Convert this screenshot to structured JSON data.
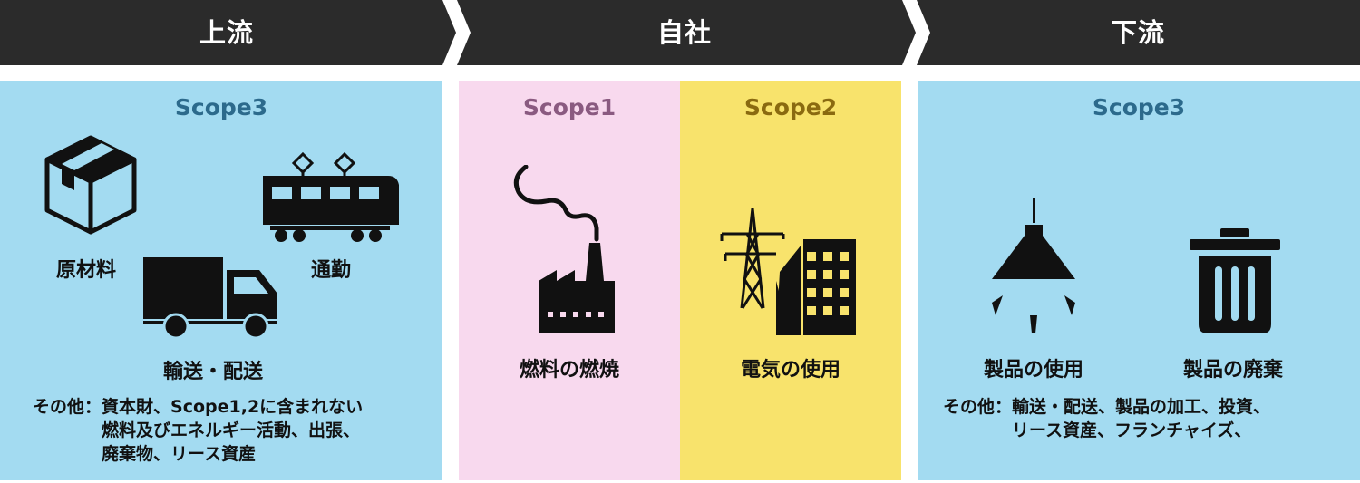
{
  "header": {
    "upstream": "上流",
    "company": "自社",
    "downstream": "下流"
  },
  "colors": {
    "header_bg": "#2b2b2b",
    "upstream_bg": "#a3dbf1",
    "scope1_bg": "#f8d9ee",
    "scope2_bg": "#f8e36c",
    "downstream_bg": "#a3dbf1",
    "scope3_text": "#2c6a8c",
    "scope1_text": "#8a5a80",
    "scope2_text": "#8a6a10"
  },
  "upstream": {
    "scope": "Scope3",
    "items": [
      {
        "label": "原材料",
        "icon": "box-icon"
      },
      {
        "label": "通勤",
        "icon": "train-icon"
      },
      {
        "label": "輸送・配送",
        "icon": "truck-icon"
      }
    ],
    "other_prefix": "その他：",
    "other_lines": [
      "資本財、Scope1,2に含まれない",
      "燃料及びエネルギー活動、出張、",
      "廃棄物、リース資産"
    ]
  },
  "scope1": {
    "scope": "Scope1",
    "items": [
      {
        "label": "燃料の燃焼",
        "icon": "factory-smoke-icon"
      }
    ]
  },
  "scope2": {
    "scope": "Scope2",
    "items": [
      {
        "label": "電気の使用",
        "icon": "power-tower-building-icon"
      }
    ]
  },
  "downstream": {
    "scope": "Scope3",
    "items": [
      {
        "label": "製品の使用",
        "icon": "lamp-icon"
      },
      {
        "label": "製品の廃棄",
        "icon": "trash-can-icon"
      }
    ],
    "other_prefix": "その他：",
    "other_lines": [
      "輸送・配送、製品の加工、投資、",
      "リース資産、フランチャイズ、"
    ]
  }
}
